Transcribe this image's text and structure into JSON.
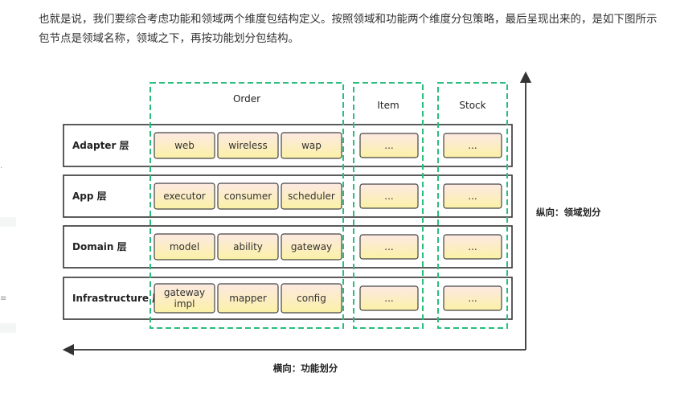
{
  "article": {
    "line1": "也就是说，我们要综合考虑功能和领域两个维度包结构定义。按照领域和功能两个维度分包策略，最后呈现出来的，是如下图所示",
    "line2": "包节点是领域名称，领域之下，再按功能划分包结构。"
  },
  "sidebar": {
    "mark1": "·",
    "mark2": "≡"
  },
  "diagram": {
    "domains": [
      "Order",
      "Item",
      "Stock"
    ],
    "layers": [
      {
        "label": "Adapter 层",
        "order_modules": [
          "web",
          "wireless",
          "wap"
        ],
        "item": "...",
        "stock": "..."
      },
      {
        "label": "App 层",
        "order_modules": [
          "executor",
          "consumer",
          "scheduler"
        ],
        "item": "...",
        "stock": "..."
      },
      {
        "label": "Domain 层",
        "order_modules": [
          "model",
          "ability",
          "gateway"
        ],
        "item": "...",
        "stock": "..."
      },
      {
        "label": "Infrastructure 层",
        "order_modules": [
          [
            "gateway",
            "impl"
          ],
          "mapper",
          "config"
        ],
        "item": "...",
        "stock": "..."
      }
    ],
    "vertical_axis_label": "纵向：领域划分",
    "horizontal_axis_label": "横向：功能划分",
    "colors": {
      "domain_border": "#2bbd7e",
      "module_fill_top": "#fde9e3",
      "module_fill_bottom": "#fbf1a6",
      "module_border": "#444444",
      "layer_border": "#333333",
      "axis": "#333333"
    }
  }
}
